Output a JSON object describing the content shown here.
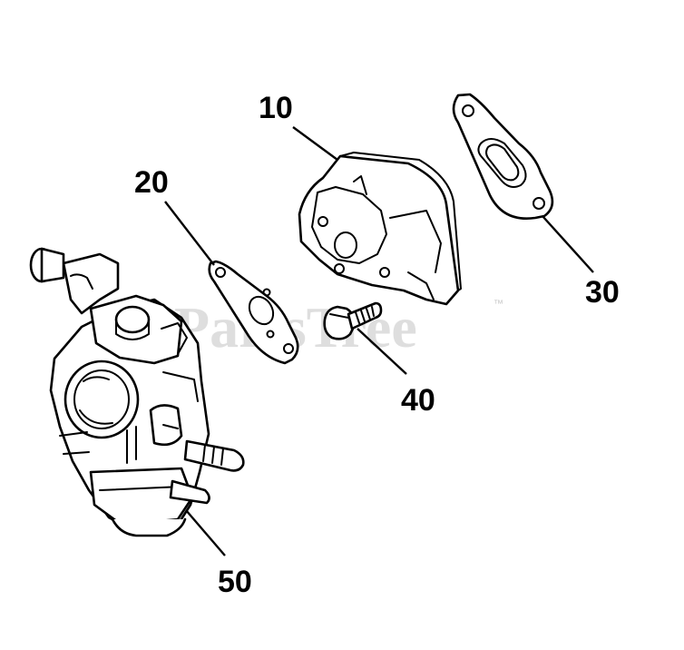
{
  "watermark": {
    "text": "PartsTree",
    "trademark": "™"
  },
  "callouts": [
    {
      "id": "10",
      "label": "10"
    },
    {
      "id": "20",
      "label": "20"
    },
    {
      "id": "30",
      "label": "30"
    },
    {
      "id": "40",
      "label": "40"
    },
    {
      "id": "50",
      "label": "50"
    }
  ],
  "parts": [
    {
      "callout": "10",
      "icon": "insulator-icon"
    },
    {
      "callout": "20",
      "icon": "gasket-icon"
    },
    {
      "callout": "30",
      "icon": "gasket-icon"
    },
    {
      "callout": "40",
      "icon": "screw-icon"
    },
    {
      "callout": "50",
      "icon": "carburetor-icon"
    }
  ]
}
